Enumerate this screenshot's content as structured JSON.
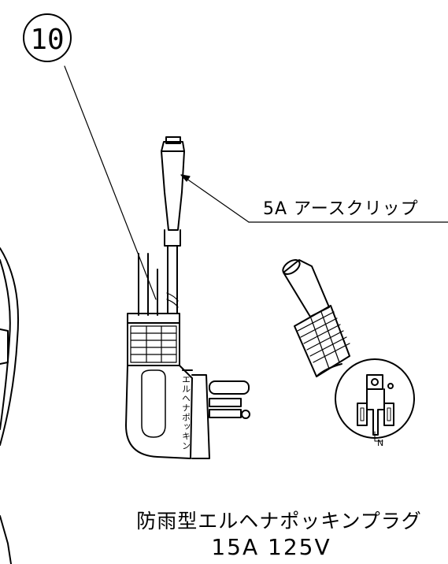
{
  "callout": {
    "number": "10"
  },
  "labels": {
    "earth_clip": "5A  アースクリップ",
    "plug_side_text": "エルヘナポッキン",
    "neutral_mark": "N"
  },
  "caption": {
    "name": "防雨型エルヘナポッキンプラグ",
    "rating": "15A 125V"
  }
}
